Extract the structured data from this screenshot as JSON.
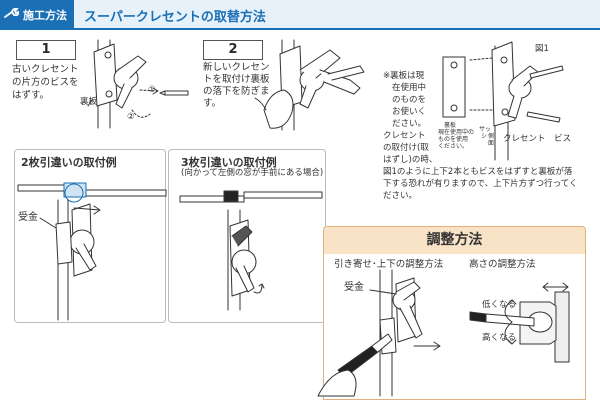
{
  "header": {
    "tab_label": "施工方法",
    "title": "スーパークレセントの取替方法"
  },
  "step1": {
    "number": "1",
    "lines": [
      "古いクレセント",
      "の片方のビスを",
      "はずす。"
    ],
    "label_backplate": "裏板",
    "marker_1": "①",
    "marker_2": "②"
  },
  "step2": {
    "number": "2",
    "lines": [
      "新しいクレセン",
      "トを取付け裏板",
      "の落下を防ぎま",
      "す。"
    ]
  },
  "note": {
    "lines": [
      "※裏板は現",
      "在使用中",
      "のものを",
      "お使いく",
      "ださい。"
    ],
    "lines2": [
      "クレセント",
      "の取付け(取",
      "はずし)の時、"
    ],
    "lines3": [
      "図1のように上下2本ともビスをはずすと裏板が落",
      "下する恐れが有りますので、上下片方ずつ行ってく",
      "ださい。"
    ]
  },
  "figure1": {
    "title": "図1",
    "label_backplate": "裏板",
    "label_backplate_note": [
      "現在使用中の",
      "ものを使用",
      "ください。"
    ],
    "label_sash": [
      "サッ",
      "シ",
      "側",
      "面"
    ],
    "label_crescent": "クレセント",
    "label_screw": "ビス"
  },
  "two_panel": {
    "title": "2枚引違いの取付例",
    "label_keeper": "受金"
  },
  "three_panel": {
    "title": "3枚引違いの取付例",
    "subtitle": "(向かって左側の窓が手前にある場合)"
  },
  "adjust": {
    "title": "調整方法",
    "left_title": "引き寄せ･上下の調整方法",
    "right_title": "高さの調整方法",
    "label_keeper": "受金",
    "label_lower": "低くなる",
    "label_higher": "高くなる"
  }
}
